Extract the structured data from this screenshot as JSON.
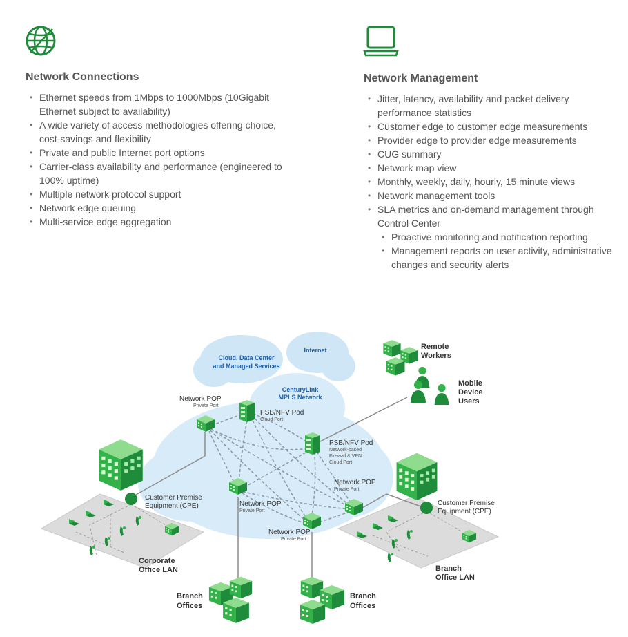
{
  "connections": {
    "icon": "globe-icon",
    "title": "Network Connections",
    "items": [
      "Ethernet speeds from 1Mbps to 1000Mbps (10Gigabit Ethernet subject to availability)",
      "A wide variety of access methodologies offering choice, cost-savings and flexibility",
      "Private and public Internet port options",
      "Carrier-class availability and performance (engineered to 100% uptime)",
      "Multiple network protocol support",
      "Network edge queuing",
      "Multi-service edge aggregation"
    ]
  },
  "management": {
    "icon": "laptop-icon",
    "title": "Network Management",
    "items": [
      "Jitter, latency, availability and packet delivery performance statistics",
      "Customer edge to customer edge measurements",
      "Provider edge to provider edge measurements",
      "CUG summary",
      "Network map view",
      "Monthly, weekly, daily, hourly, 15 minute views",
      "Network management tools",
      "SLA metrics and on-demand management through Control Center"
    ],
    "subitems": [
      "Proactive monitoring and notification reporting",
      "Management reports on user activity, administrative changes and security alerts"
    ]
  },
  "diagram": {
    "cloud_dc_1": "Cloud, Data Center",
    "cloud_dc_2": "and Managed Services",
    "internet": "Internet",
    "mpls_1": "CenturyLink",
    "mpls_2": "MPLS Network",
    "remote_1": "Remote",
    "remote_2": "Workers",
    "mobile_1": "Mobile",
    "mobile_2": "Device",
    "mobile_3": "Users",
    "pop_a": "Network POP",
    "pop_a_sub": "Private Port",
    "psb1": "PSB/NFV Pod",
    "psb1_sub": "Cloud Port",
    "psb2": "PSB/NFV Pod",
    "psb2_sub1": "Network-based",
    "psb2_sub2": "Firewall & VPN",
    "psb2_sub3": "Cloud Port",
    "pop_b": "Network POP",
    "pop_b_sub": "Private Port",
    "pop_c": "Network POP",
    "pop_c_sub": "Private Port",
    "pop_d": "Network POP",
    "pop_d_sub": "Private Port",
    "cpe_left_1": "Customer Premise",
    "cpe_left_2": "Equipment (CPE)",
    "cpe_right_1": "Customer Premise",
    "cpe_right_2": "Equipment (CPE)",
    "corp_1": "Corporate",
    "corp_2": "Office LAN",
    "branchlan_1": "Branch",
    "branchlan_2": "Office LAN",
    "branch_left_1": "Branch",
    "branch_left_2": "Offices",
    "branch_right_1": "Branch",
    "branch_right_2": "Offices"
  },
  "colors": {
    "green": "#1e8c3a",
    "bright_green": "#33b24a",
    "cloud": "#d4e8f7",
    "text": "#555555"
  }
}
